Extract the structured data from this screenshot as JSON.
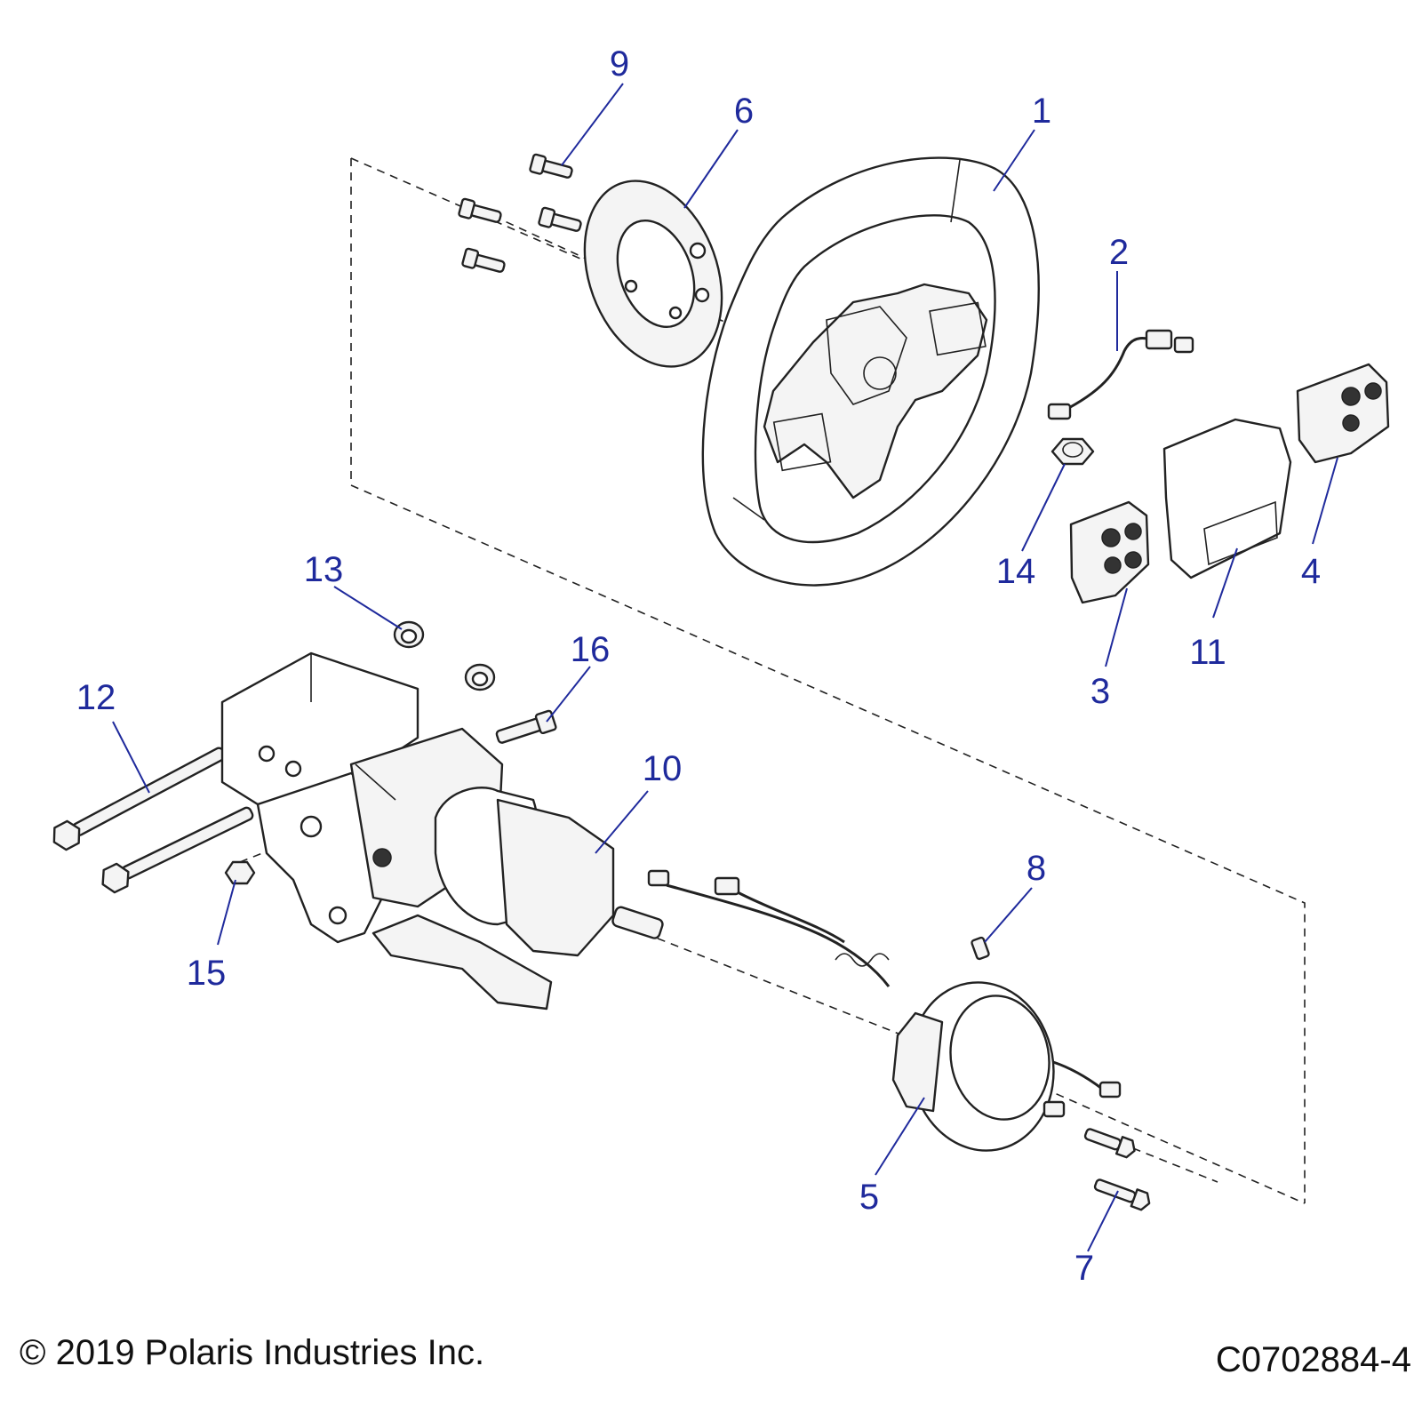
{
  "callouts": {
    "c1": "1",
    "c2": "2",
    "c3": "3",
    "c4": "4",
    "c5": "5",
    "c6": "6",
    "c7": "7",
    "c8": "8",
    "c9": "9",
    "c10": "10",
    "c11": "11",
    "c12": "12",
    "c13": "13",
    "c14": "14",
    "c15": "15",
    "c16": "16"
  },
  "parts": {
    "steering_wheel": "1",
    "wire_harness": "2",
    "left_switch_module": "3",
    "right_switch_module": "4",
    "steering_hub_housing": "5",
    "spacer_ring": "6",
    "hub_bolts": "7",
    "hub_screw": "8",
    "wheel_mount_screws": "9",
    "steering_column_assembly": "10",
    "center_cover": "11",
    "long_bolts": "12",
    "column_bushings": "13",
    "wheel_nut": "14",
    "nut": "15",
    "column_bolt": "16"
  },
  "footer": {
    "copyright": "© 2019 Polaris Industries Inc.",
    "drawing_number": "C0702884-4"
  }
}
